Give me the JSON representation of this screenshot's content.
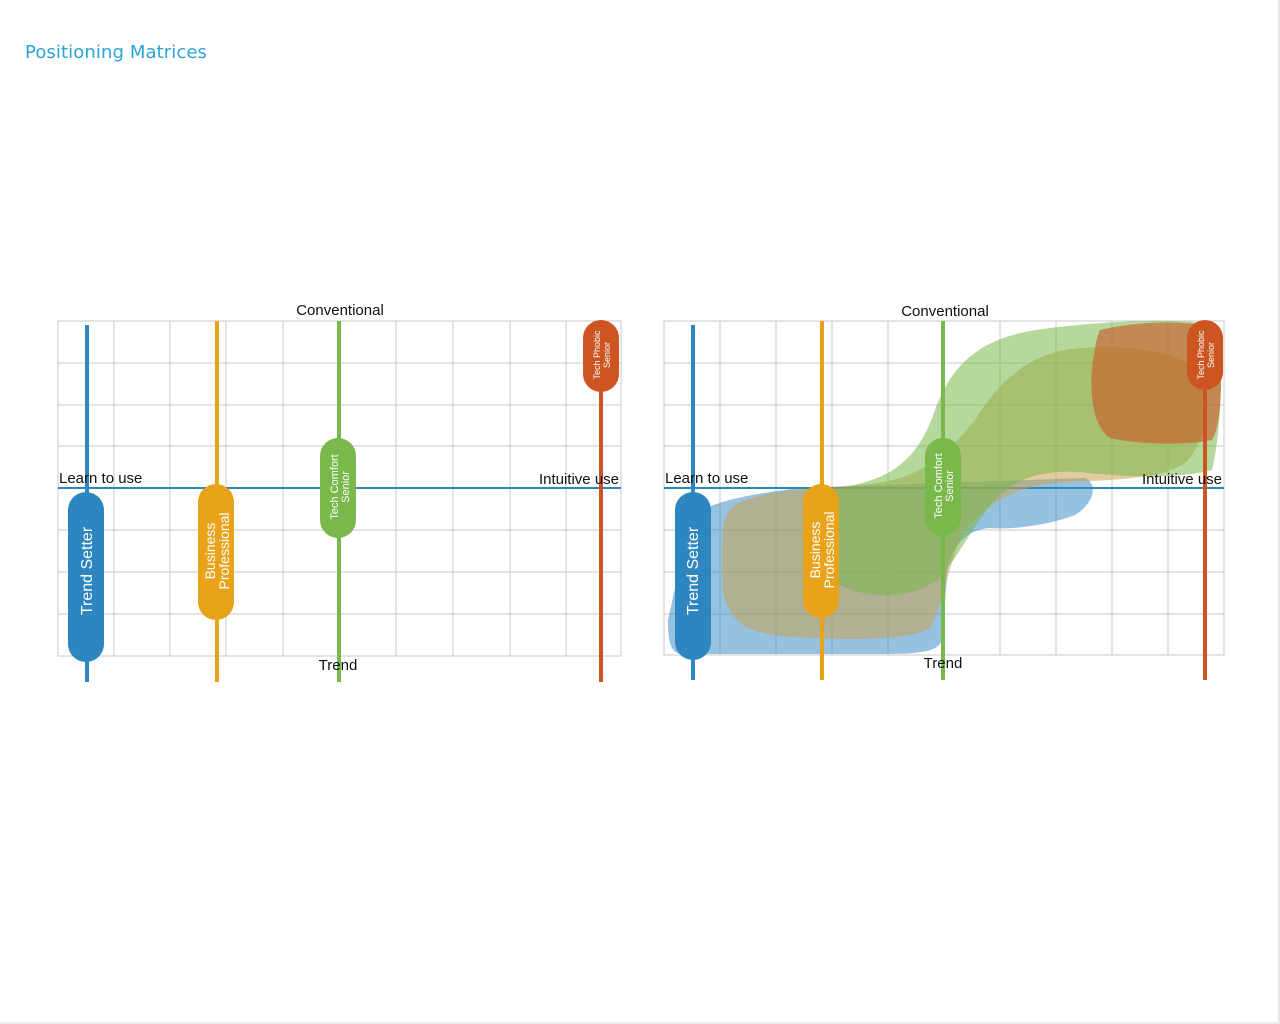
{
  "page": {
    "title": "Positioning Matrices"
  },
  "axes": {
    "top": "Conventional",
    "bottom": "Trend",
    "left": "Learn to use",
    "right": "Intuitive use"
  },
  "colors": {
    "blue": "#2e86c1",
    "orange": "#e8a31a",
    "green": "#79b84a",
    "red": "#cc5522",
    "grid": "#c8c8c8"
  },
  "segments": [
    {
      "key": "trend_setter",
      "lines": [
        "Trend Setter"
      ],
      "color": "#2e86c1"
    },
    {
      "key": "business_professional",
      "lines": [
        "Business",
        "Professional"
      ],
      "color": "#e8a31a"
    },
    {
      "key": "tech_comfort_senior",
      "lines": [
        "Tech Comfort",
        "Senior"
      ],
      "color": "#79b84a"
    },
    {
      "key": "tech_phobic_senior",
      "lines": [
        "Tech Phobic",
        "Senior"
      ],
      "color": "#cc5522"
    }
  ]
}
